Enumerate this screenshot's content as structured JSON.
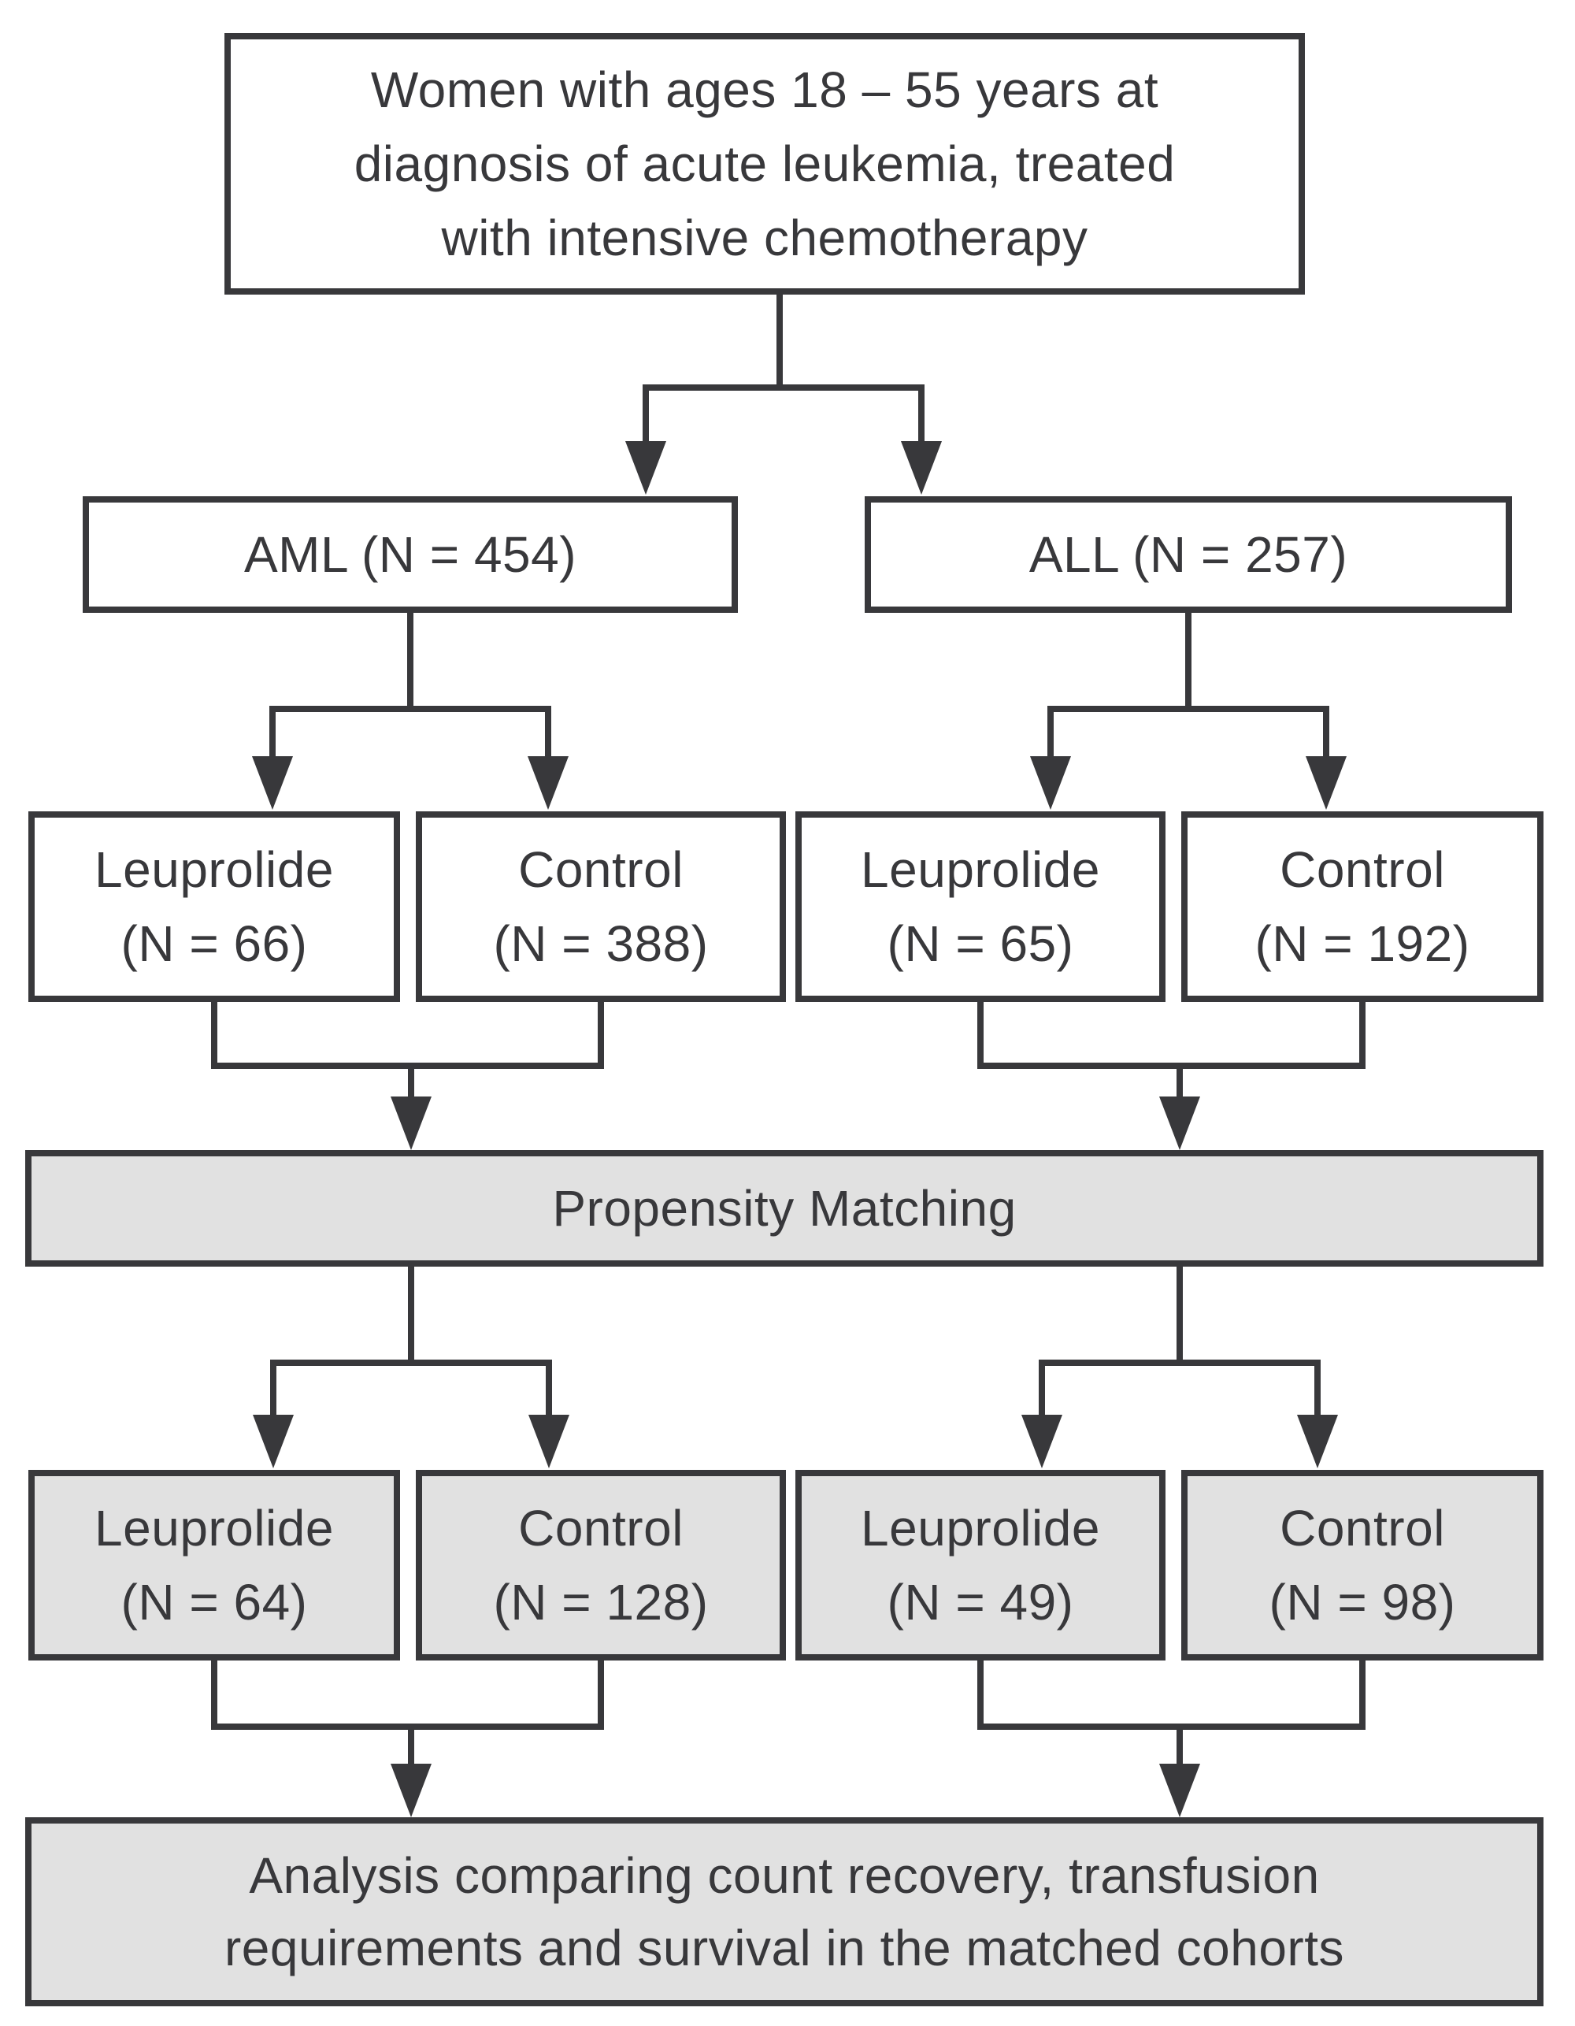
{
  "diagram": {
    "top_box": {
      "lines": [
        "Women with ages 18 – 55 years at",
        "diagnosis of acute leukemia, treated",
        "with intensive chemotherapy"
      ]
    },
    "aml_box": {
      "label": "AML (N = 454)"
    },
    "all_box": {
      "label": "ALL (N = 257)"
    },
    "pre_match": {
      "aml_leuprolide": {
        "name": "Leuprolide",
        "n": "(N = 66)"
      },
      "aml_control": {
        "name": "Control",
        "n": "(N = 388)"
      },
      "all_leuprolide": {
        "name": "Leuprolide",
        "n": "(N = 65)"
      },
      "all_control": {
        "name": "Control",
        "n": "(N = 192)"
      }
    },
    "propensity_box": {
      "label": "Propensity Matching"
    },
    "post_match": {
      "aml_leuprolide": {
        "name": "Leuprolide",
        "n": "(N = 64)"
      },
      "aml_control": {
        "name": "Control",
        "n": "(N = 128)"
      },
      "all_leuprolide": {
        "name": "Leuprolide",
        "n": "(N = 49)"
      },
      "all_control": {
        "name": "Control",
        "n": "(N = 98)"
      }
    },
    "analysis_box": {
      "lines": [
        "Analysis comparing count recovery, transfusion",
        "requirements and survival in the matched cohorts"
      ]
    },
    "colors": {
      "line": "#38383b",
      "text": "#38383b",
      "gray_fill": "#e1e1e1",
      "white_fill": "#ffffff",
      "background": "#ffffff"
    }
  }
}
